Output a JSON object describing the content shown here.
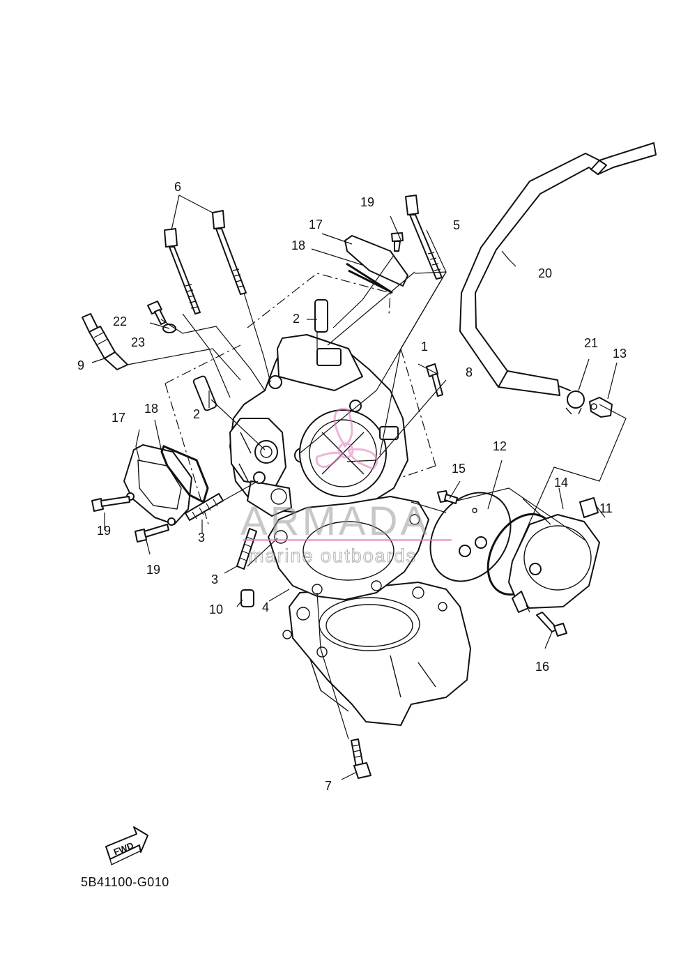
{
  "diagram": {
    "callouts": {
      "c1": "1",
      "c2a": "2",
      "c2b": "2",
      "c3a": "3",
      "c3b": "3",
      "c4": "4",
      "c5": "5",
      "c6": "6",
      "c7": "7",
      "c8": "8",
      "c9": "9",
      "c10": "10",
      "c11": "11",
      "c12": "12",
      "c13": "13",
      "c14": "14",
      "c15": "15",
      "c16": "16",
      "c17a": "17",
      "c17b": "17",
      "c18a": "18",
      "c18b": "18",
      "c19a": "19",
      "c19b": "19",
      "c19c": "19",
      "c20": "20",
      "c21": "21",
      "c22": "22",
      "c23": "23"
    },
    "fwd_label": "FWD",
    "drawing_code": "5B41100-G010"
  },
  "watermark": {
    "brand": "ARMADA",
    "tagline": "marine outboards",
    "accent_color": "#e07ab8"
  }
}
